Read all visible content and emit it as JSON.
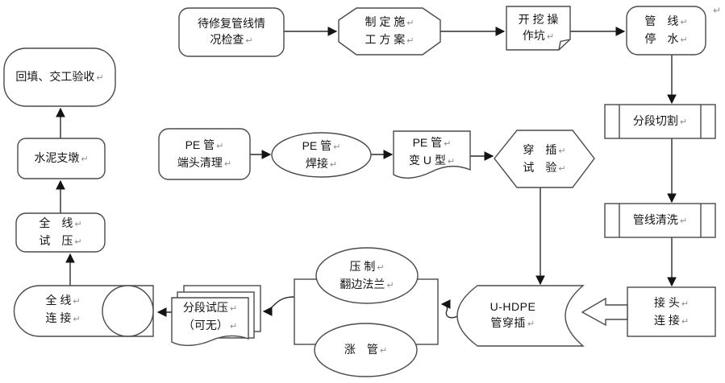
{
  "diagram_type": "flowchart",
  "colors": {
    "background": "#ffffff",
    "shape_stroke": "#4a4a4a",
    "connector": "#2b2b2b",
    "text": "#141414",
    "paragraph_mark": "#8c8c8c"
  },
  "stray_mark": "↵",
  "nodes": {
    "inspect": {
      "shape": "rounded-rectangle",
      "lines": [
        {
          "t": "待修复管线情",
          "m": ""
        },
        {
          "t": "况检查",
          "m": "↵"
        }
      ]
    },
    "plan": {
      "shape": "octagon",
      "lines": [
        {
          "t": "制 定 施",
          "m": "↵"
        },
        {
          "t": "工 方 案",
          "m": "↵"
        }
      ]
    },
    "dig": {
      "shape": "note",
      "lines": [
        {
          "t": "开 挖 操",
          "m": ""
        },
        {
          "t": "作坑",
          "m": "↵"
        }
      ]
    },
    "stopwater": {
      "shape": "rounded-rectangle",
      "lines": [
        {
          "t": "管　线",
          "m": "↵"
        },
        {
          "t": "停　水",
          "m": "↵"
        }
      ]
    },
    "cut": {
      "shape": "predefined-process",
      "lines": [
        {
          "t": "分段切割",
          "m": "↵"
        }
      ]
    },
    "clean": {
      "shape": "predefined-process",
      "lines": [
        {
          "t": "管线清洗",
          "m": "↵"
        }
      ]
    },
    "joint": {
      "shape": "rectangle",
      "lines": [
        {
          "t": "接 头",
          "m": "↵"
        },
        {
          "t": "连 接",
          "m": "↵"
        }
      ]
    },
    "pe_clean": {
      "shape": "rounded-rectangle",
      "lines": [
        {
          "t": "PE 管",
          "m": "↵"
        },
        {
          "t": "端头清理",
          "m": "↵"
        }
      ]
    },
    "pe_weld": {
      "shape": "ellipse",
      "lines": [
        {
          "t": "PE 管",
          "m": "↵"
        },
        {
          "t": "焊接",
          "m": "↵"
        }
      ]
    },
    "pe_u": {
      "shape": "document",
      "lines": [
        {
          "t": "PE 管",
          "m": "↵"
        },
        {
          "t": "变 U 型",
          "m": "↵"
        }
      ]
    },
    "insert_test": {
      "shape": "hexagon",
      "lines": [
        {
          "t": "穿　插",
          "m": "↵"
        },
        {
          "t": "试　验",
          "m": "↵"
        }
      ]
    },
    "uhdpe": {
      "shape": "stored-data",
      "lines": [
        {
          "t": "U-HDPE",
          "m": ""
        },
        {
          "t": "管穿插",
          "m": "↵"
        }
      ]
    },
    "flange": {
      "shape": "ellipse",
      "lines": [
        {
          "t": "压 制",
          "m": "↵"
        },
        {
          "t": "翻边法兰",
          "m": "↵"
        }
      ]
    },
    "expand": {
      "shape": "ellipse",
      "lines": [
        {
          "t": "涨　管",
          "m": "↵"
        }
      ]
    },
    "seg_test": {
      "shape": "multi-document",
      "lines": [
        {
          "t": "分段试压",
          "m": "↵"
        },
        {
          "t": "（可无）",
          "m": "↵"
        }
      ]
    },
    "full_connect": {
      "shape": "cylinder",
      "lines": [
        {
          "t": "全 线",
          "m": "↵"
        },
        {
          "t": "连 接",
          "m": "↵"
        }
      ]
    },
    "full_test": {
      "shape": "rounded-rectangle",
      "lines": [
        {
          "t": "全　线",
          "m": "↵"
        },
        {
          "t": "试　压",
          "m": "↵"
        }
      ]
    },
    "cement": {
      "shape": "rounded-rectangle",
      "lines": [
        {
          "t": "水泥支墩",
          "m": "↵"
        }
      ]
    },
    "backfill": {
      "shape": "rounded-rectangle",
      "lines": [
        {
          "t": "回填、交工验收",
          "m": "↵"
        }
      ]
    }
  },
  "edges": [
    {
      "from": "待修复管线情况检查",
      "to": "制定施工方案"
    },
    {
      "from": "制定施工方案",
      "to": "开挖操作坑"
    },
    {
      "from": "开挖操作坑",
      "to": "管线停水"
    },
    {
      "from": "管线停水",
      "to": "分段切割"
    },
    {
      "from": "分段切割",
      "to": "管线清洗"
    },
    {
      "from": "管线清洗",
      "to": "接头连接"
    },
    {
      "from": "PE管端头清理",
      "to": "PE管焊接"
    },
    {
      "from": "PE管焊接",
      "to": "PE管变U型"
    },
    {
      "from": "PE管变U型",
      "to": "穿插试验"
    },
    {
      "from": "穿插试验",
      "to": "U-HDPE管穿插"
    },
    {
      "from": "接头连接",
      "to": "U-HDPE管穿插",
      "style": "hollow-block-arrow"
    },
    {
      "from": "U-HDPE管穿插",
      "to": "压制翻边法兰/涨管"
    },
    {
      "from": "压制翻边法兰/涨管",
      "to": "分段试压（可无）"
    },
    {
      "from": "分段试压（可无）",
      "to": "全线连接"
    },
    {
      "from": "全线连接",
      "to": "全线试压"
    },
    {
      "from": "全线试压",
      "to": "水泥支墩"
    },
    {
      "from": "水泥支墩",
      "to": "回填、交工验收"
    }
  ]
}
